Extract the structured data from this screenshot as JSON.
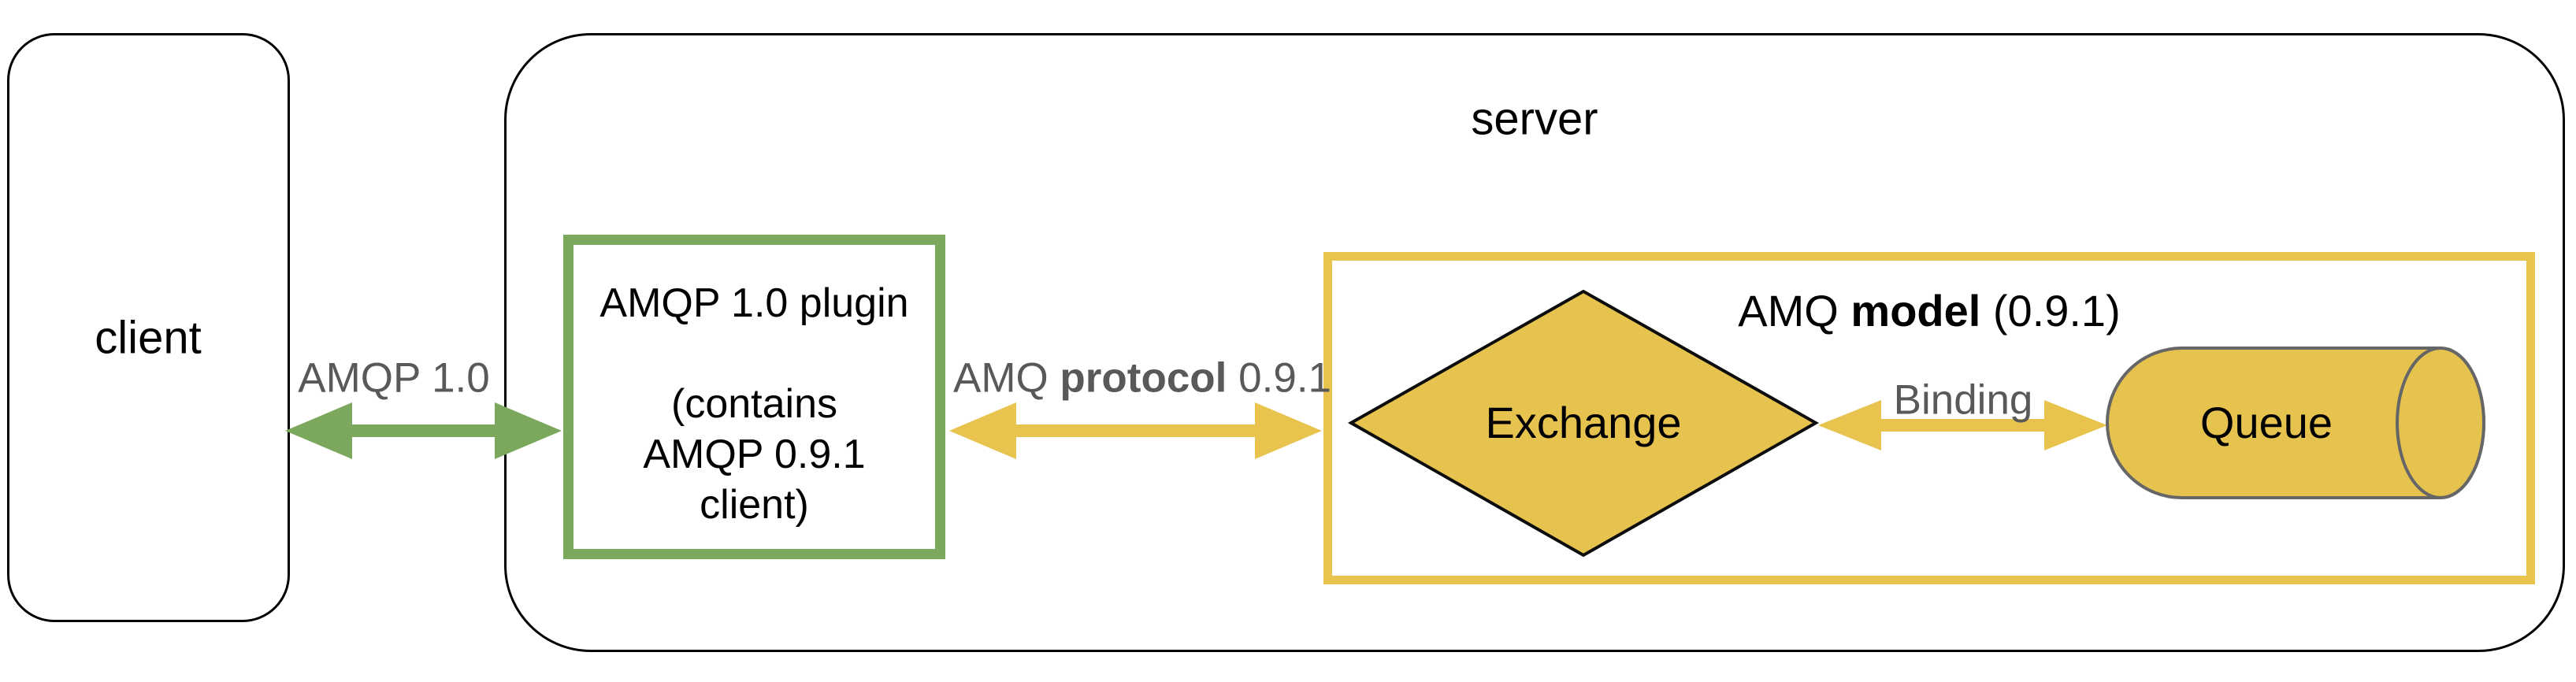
{
  "colors": {
    "green": "#7BA85D",
    "yellow": "#E8C44E",
    "shapefill": "#E6C24F",
    "gray": "#595959"
  },
  "client": {
    "label": "client"
  },
  "server": {
    "label": "server"
  },
  "plugin": {
    "text": "AMQP 1.0 plugin\n\n(contains\nAMQP 0.9.1\nclient)"
  },
  "arrows": {
    "amqp10": {
      "label": "AMQP 1.0"
    },
    "protocol": {
      "pre": "AMQ ",
      "bold": "protocol",
      "post": " 0.9.1"
    },
    "binding": {
      "label": "Binding"
    }
  },
  "model": {
    "title_pre": "AMQ ",
    "title_bold": "model",
    "title_post": " (0.9.1)"
  },
  "exchange": {
    "label": "Exchange"
  },
  "queue": {
    "label": "Queue"
  }
}
